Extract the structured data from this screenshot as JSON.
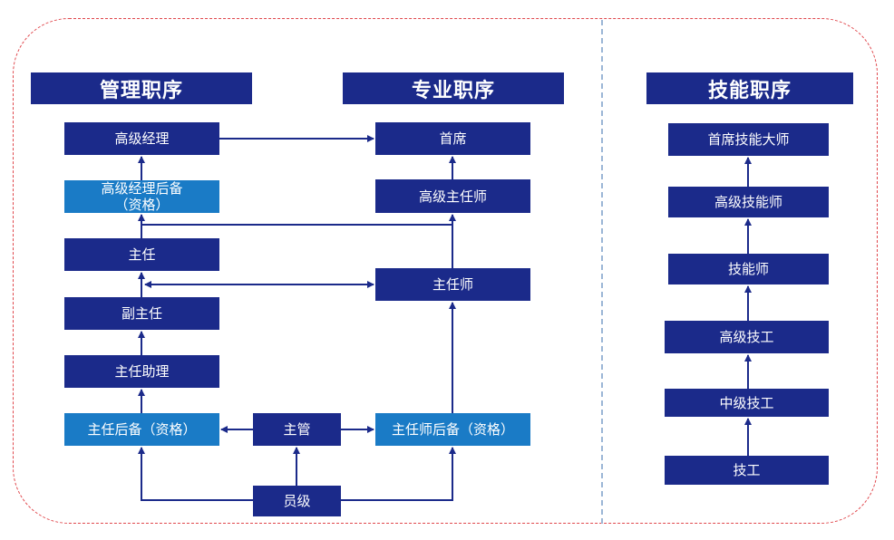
{
  "columns": {
    "management": {
      "title": "管理职序"
    },
    "professional": {
      "title": "专业职序"
    },
    "skill": {
      "title": "技能职序"
    }
  },
  "nodes": {
    "senior_manager": "高级经理",
    "senior_manager_reserve": "高级经理后备\n（资格）",
    "director": "主任",
    "deputy_director": "副主任",
    "director_assistant": "主任助理",
    "director_reserve": "主任后备（资格）",
    "supervisor": "主管",
    "staff": "员级",
    "chief": "首席",
    "senior_chief_engineer": "高级主任师",
    "chief_engineer": "主任师",
    "chief_engineer_reserve": "主任师后备（资格）",
    "chief_skill_master": "首席技能大师",
    "senior_technician": "高级技能师",
    "technician": "技能师",
    "senior_worker": "高级技工",
    "intermediate_worker": "中级技工",
    "worker": "技工"
  },
  "colors": {
    "primary": "#1b2a8a",
    "reserve": "#1a7bc6",
    "border": "#e0474c",
    "divider": "#9bb6d6"
  }
}
